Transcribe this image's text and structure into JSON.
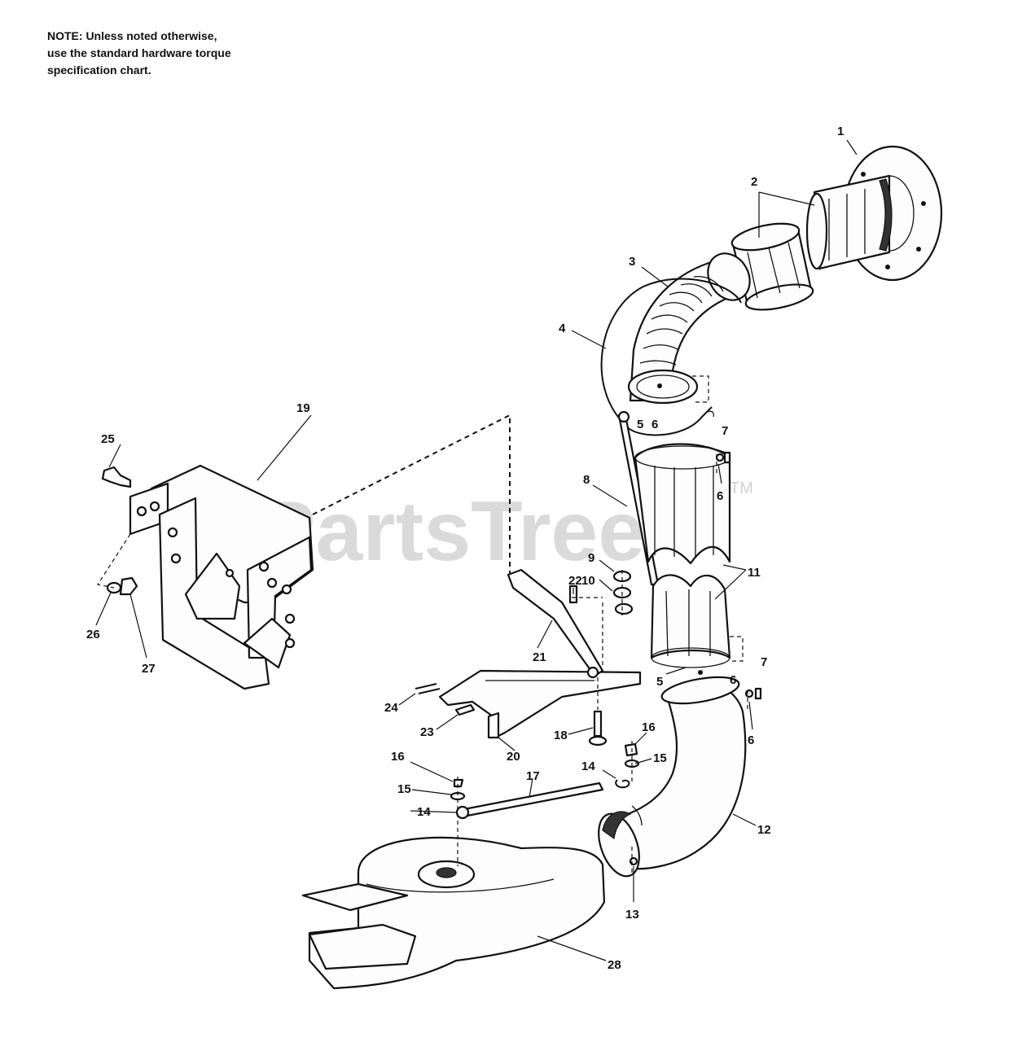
{
  "note": {
    "lines": [
      "NOTE: Unless noted otherwise,",
      "use the standard hardware torque",
      "specification chart."
    ]
  },
  "watermark": {
    "text": "PartsTree",
    "tm": "TM"
  },
  "callouts": {
    "c1": "1",
    "c2": "2",
    "c3": "3",
    "c4": "4",
    "c5a": "5",
    "c6a": "6",
    "c7a": "7",
    "c6b": "6",
    "c8": "8",
    "c9": "9",
    "c10": "10",
    "c11": "11",
    "c5b": "5",
    "c6c": "6",
    "c7b": "7",
    "c6d": "6",
    "c12": "12",
    "c13": "13",
    "c14a": "14",
    "c15a": "15",
    "c16a": "16",
    "c14b": "14",
    "c15b": "15",
    "c16b": "16",
    "c17": "17",
    "c18": "18",
    "c19": "19",
    "c20": "20",
    "c21": "21",
    "c22": "22",
    "c23": "23",
    "c24": "24",
    "c25": "25",
    "c26": "26",
    "c27": "27",
    "c28": "28"
  },
  "colors": {
    "line": "#111111",
    "watermark": "#bdbdbd",
    "background": "#ffffff"
  }
}
